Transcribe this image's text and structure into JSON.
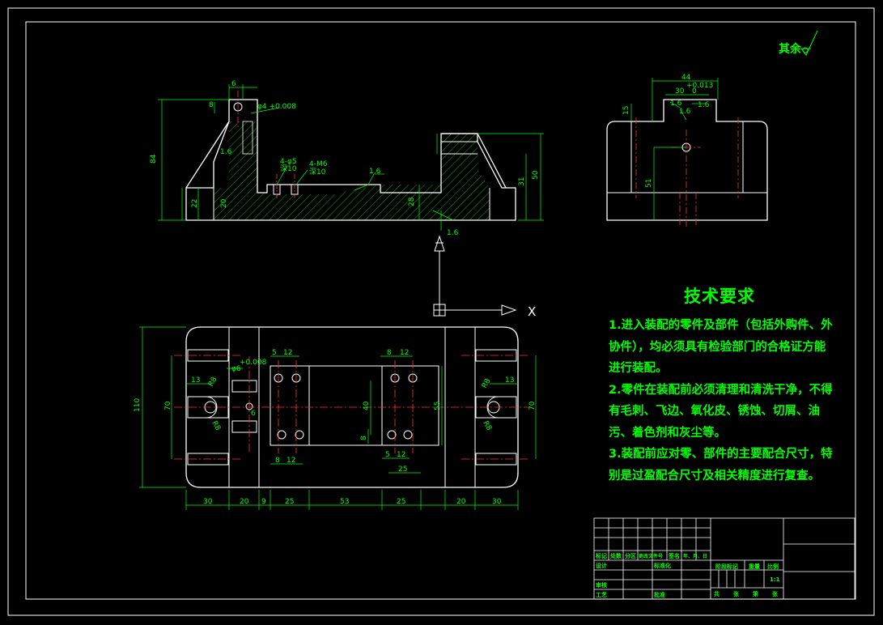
{
  "roughness_note": "其余",
  "tech_requirements": {
    "title": "技术要求",
    "items": [
      "1.进入装配的零件及部件（包括外购件、外协件），均必须具有检验部门的合格证方能进行装配。",
      "2.零件在装配前必须清理和清洗干净，不得有毛刺、飞边、氧化皮、锈蚀、切屑、油污、着色剂和灰尘等。",
      "3.装配前应对零、部件的主要配合尺寸，特别是过盈配合尺寸及相关精度进行复查。"
    ]
  },
  "axis_label": "X",
  "front_view": {
    "dims": [
      "6",
      "8",
      "84",
      "22",
      "20",
      "1.6",
      "4-φ5",
      "深10",
      "4-M6",
      "深10",
      "1.6",
      "28",
      "50",
      "31",
      "1.6"
    ],
    "hole_note": "φ4 +0.008"
  },
  "side_view": {
    "dims": [
      "44",
      "+0.013",
      "30",
      "0",
      "15",
      "1.6",
      "1.6",
      "1.6",
      "51"
    ]
  },
  "plan_view": {
    "dims_top": [
      "5",
      "12",
      "8",
      "12"
    ],
    "dims_bottom_inner": [
      "8",
      "12",
      "5",
      "12",
      "25"
    ],
    "dims_left": [
      "110",
      "70",
      "13",
      "R8",
      "R8",
      "φ6",
      "6"
    ],
    "dims_right": [
      "70",
      "13",
      "R8",
      "R8",
      "55",
      "40",
      "8"
    ],
    "chain_dims": [
      "30",
      "20",
      "9",
      "25",
      "53",
      "25",
      "20",
      "30"
    ],
    "hole_note": "+0.008"
  },
  "title_block": {
    "rev_headers": [
      "标记",
      "处数",
      "分区",
      "更改文件号",
      "签名",
      "年、月、日"
    ],
    "design": "设计",
    "standardize": "标准化",
    "review": "审核",
    "process": "工艺",
    "approve": "批准",
    "stage_mark": "阶段标记",
    "weight": "重量",
    "scale": "比例",
    "scale_value": "1:1",
    "sheets": "共",
    "sheet_word": "张",
    "page": "第",
    "page_word": "张"
  }
}
